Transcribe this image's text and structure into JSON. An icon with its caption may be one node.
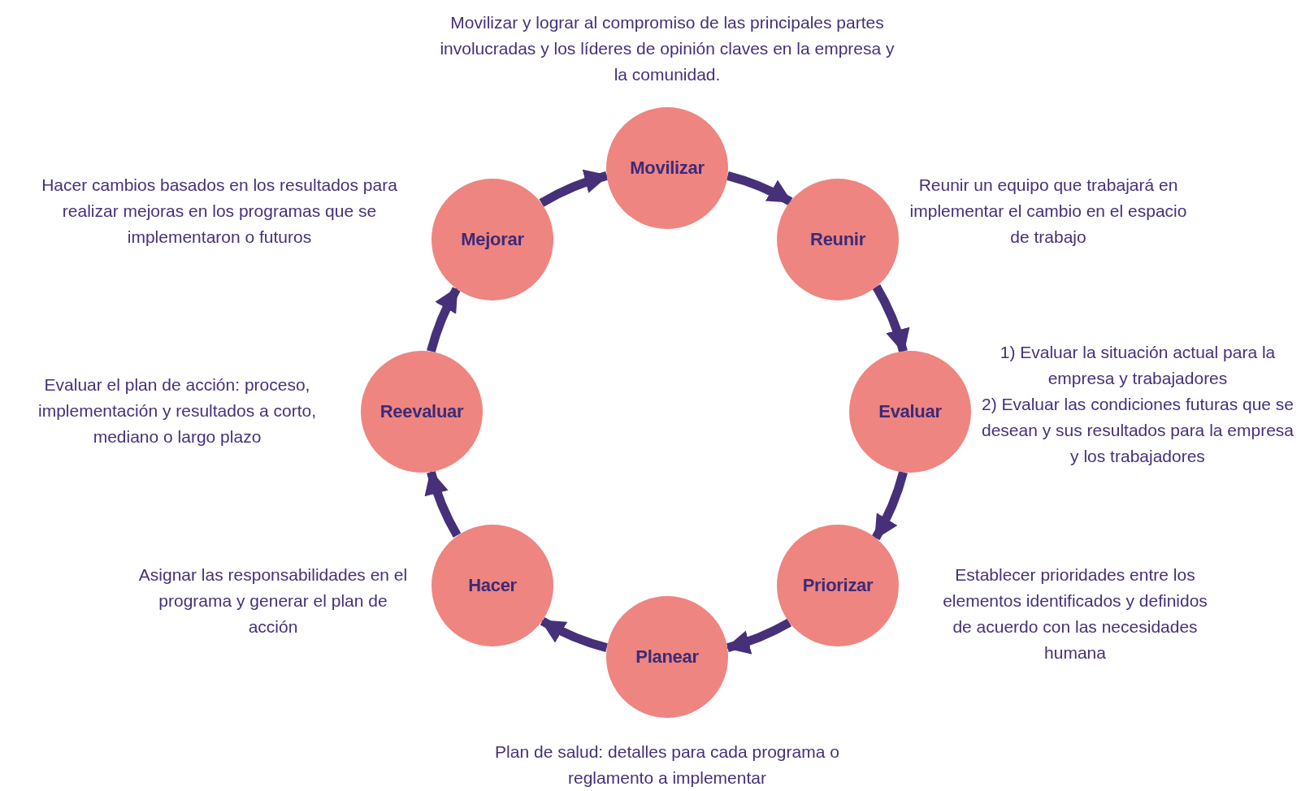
{
  "diagram": {
    "nodes": [
      {
        "text": [
          "Movilizar"
        ],
        "beside": [
          "Movilizar y lograr al compromiso de las principales partes involucradas y los líderes de opinión claves en la empresa y la comunidad."
        ]
      },
      {
        "text": [
          "Reunir"
        ],
        "beside": [
          "Reunir un equipo que trabajará en implementar el cambio en el espacio de trabajo"
        ]
      },
      {
        "text": [
          "Evaluar"
        ],
        "beside": [
          "1) Evaluar la situación actual para la empresa y trabajadores",
          "2) Evaluar las condiciones futuras que se desean y sus resultados para la empresa y los trabajadores"
        ]
      },
      {
        "text": [
          "Priorizar"
        ],
        "beside": [
          "Establecer prioridades entre los elementos identificados y definidos de acuerdo con las necesidades humana"
        ]
      },
      {
        "text": [
          "Planear"
        ],
        "beside": [
          "Plan de salud: detalles para cada programa o reglamento a implementar"
        ]
      },
      {
        "text": [
          "Hacer"
        ],
        "beside": [
          "Asignar las responsabilidades en el programa y generar el plan de acción"
        ]
      },
      {
        "text": [
          "Reevaluar"
        ],
        "beside": [
          "Evaluar el plan de acción: proceso, implementación y resultados a corto, mediano o largo plazo"
        ]
      },
      {
        "text": [
          "Mejorar"
        ],
        "beside": [
          "Hacer cambios basados en los resultados para realizar mejoras en los programas que se implementaron o futuros"
        ]
      }
    ],
    "edges": [
      {
        "from": 0,
        "to": 1,
        "arrow": "to"
      },
      {
        "from": 1,
        "to": 2,
        "arrow": "to"
      },
      {
        "from": 2,
        "to": 3,
        "arrow": "to"
      },
      {
        "from": 3,
        "to": 4,
        "arrow": "to"
      },
      {
        "from": 4,
        "to": 5,
        "arrow": "to"
      },
      {
        "from": 5,
        "to": 6,
        "arrow": "to"
      },
      {
        "from": 6,
        "to": 7,
        "arrow": "to"
      },
      {
        "from": 7,
        "to": 0,
        "arrow": "to"
      }
    ]
  }
}
